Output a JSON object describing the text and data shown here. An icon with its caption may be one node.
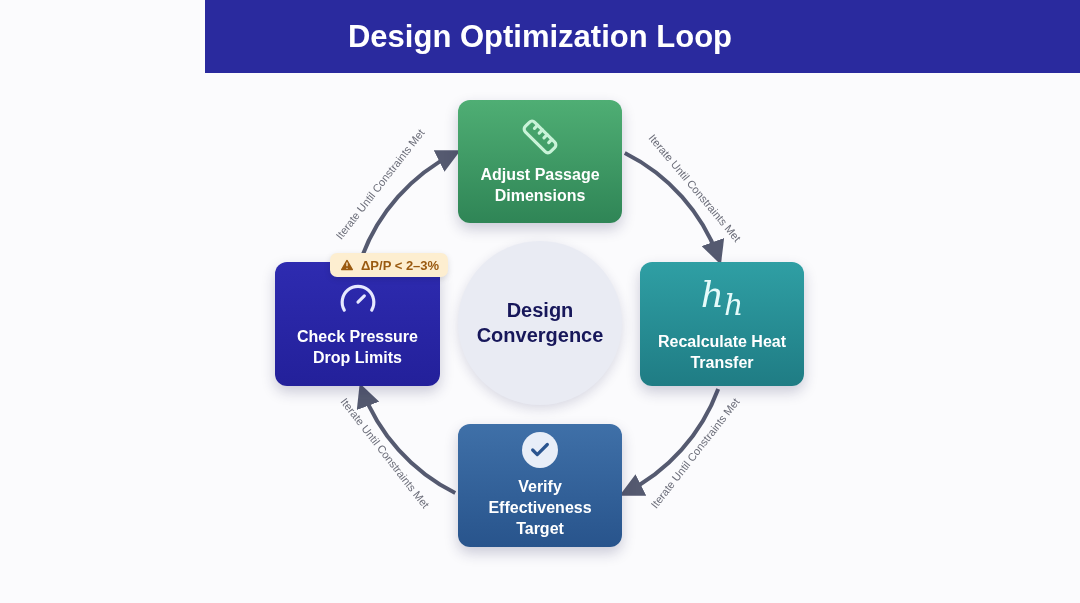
{
  "diagram": {
    "title": "Design Optimization Loop",
    "nodes": [
      {
        "text": [
          "Adjust Passage Dimensions"
        ]
      },
      {
        "text": [
          "h$_{h}$",
          "Recalculate Heat Transfer"
        ]
      },
      {
        "text": [
          "Verify Effectiveness Target"
        ]
      },
      {
        "text": [
          "Check Pressure Drop Limits"
        ]
      },
      {
        "text": [
          "Design Convergence"
        ]
      }
    ],
    "edges": [
      {
        "from": 0,
        "to": 1,
        "arrow": "to",
        "label": "Iterate Until Constraints Met"
      },
      {
        "from": 1,
        "to": 2,
        "arrow": "to",
        "label": "Iterate Until Constraints Met"
      },
      {
        "from": 2,
        "to": 3,
        "arrow": "to",
        "label": "Iterate Until Constraints Met"
      },
      {
        "from": 3,
        "to": 0,
        "arrow": "to",
        "label": "Iterate Until Constraints Met"
      }
    ],
    "labels": [
      "ΔP/P < 2–3%"
    ]
  }
}
